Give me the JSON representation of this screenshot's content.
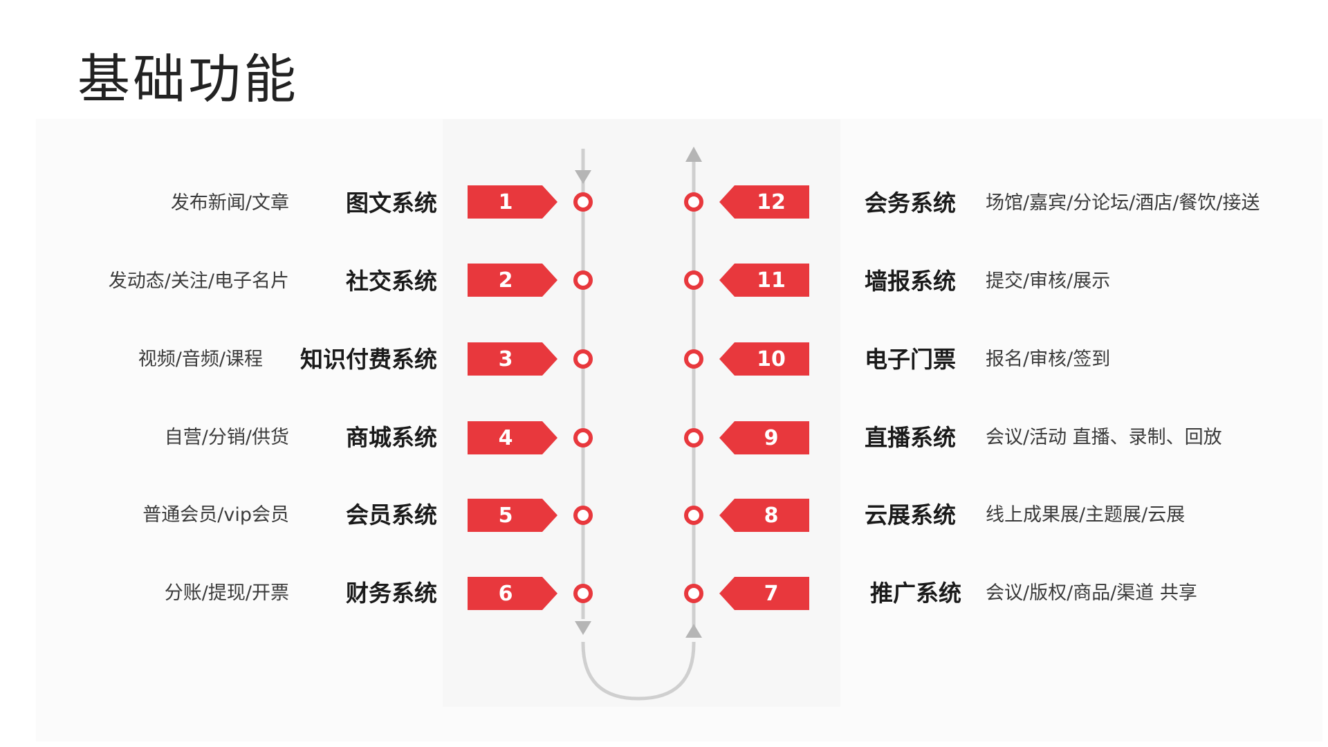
{
  "page": {
    "title": "基础功能"
  },
  "colors": {
    "accent_red": "#e8383d",
    "line_gray": "#cfcfcf",
    "arrow_gray": "#b5b5b5"
  },
  "left_items": [
    {
      "number": "1",
      "system": "图文系统",
      "description": "发布新闻/文章"
    },
    {
      "number": "2",
      "system": "社交系统",
      "description": "发动态/关注/电子名片"
    },
    {
      "number": "3",
      "system": "知识付费系统",
      "description": "视频/音频/课程"
    },
    {
      "number": "4",
      "system": "商城系统",
      "description": "自营/分销/供货"
    },
    {
      "number": "5",
      "system": "会员系统",
      "description": "普通会员/vip会员"
    },
    {
      "number": "6",
      "system": "财务系统",
      "description": "分账/提现/开票"
    }
  ],
  "right_items": [
    {
      "number": "12",
      "system": "会务系统",
      "description": "场馆/嘉宾/分论坛/酒店/餐饮/接送"
    },
    {
      "number": "11",
      "system": "墙报系统",
      "description": "提交/审核/展示"
    },
    {
      "number": "10",
      "system": "电子门票",
      "description": "报名/审核/签到"
    },
    {
      "number": "9",
      "system": "直播系统",
      "description": "会议/活动 直播、录制、回放"
    },
    {
      "number": "8",
      "system": "云展系统",
      "description": "线上成果展/主题展/云展"
    },
    {
      "number": "7",
      "system": "推广系统",
      "description": "会议/版权/商品/渠道 共享"
    }
  ],
  "icons": {
    "flow_arrow_down": "arrow-down-icon",
    "flow_arrow_up": "arrow-up-icon",
    "node": "circle-node-icon"
  }
}
